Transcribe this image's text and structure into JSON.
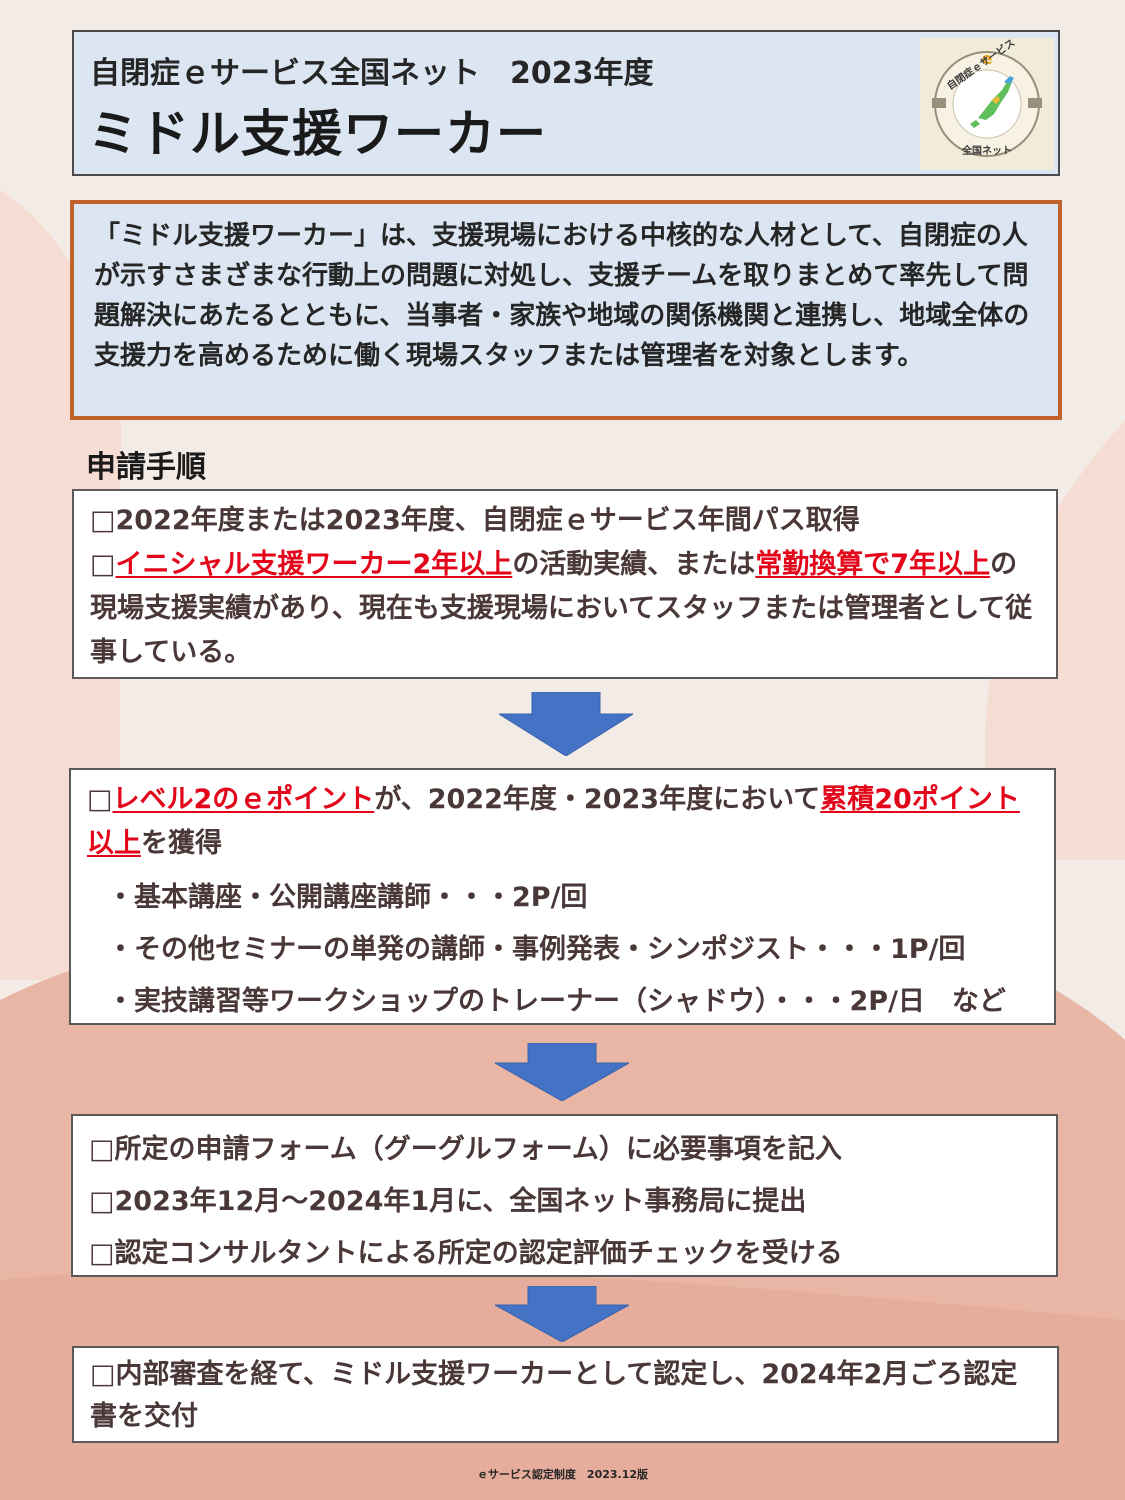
{
  "header": {
    "line1": "自閉症ｅサービス全国ネット　2023年度",
    "line2": "ミドル支援ワーカー"
  },
  "logo": {
    "text_top": "自閉症ｅサービス",
    "text_bottom": "全国ネット"
  },
  "intro": {
    "text": "「ミドル支援ワーカー」は、支援現場における中核的な人材として、自閉症の人が示すさまざまな行動上の問題に対処し、支援チームを取りまとめて率先して問題解決にあたるとともに、当事者・家族や地域の関係機関と連携し、地域全体の支援力を高めるために働く現場スタッフまたは管理者を対象とします。"
  },
  "section_title": "申請手順",
  "step1": {
    "item1": "□2022年度または2023年度、自閉症ｅサービス年間パス取得",
    "item2_box": "□",
    "item2_red1": "イニシャル支援ワーカー2年以上",
    "item2_mid": "の活動実績、または",
    "item2_red2": "常勤換算で7年以上",
    "item2_rest": "の現場支援実績があり、現在も支援現場においてスタッフまたは管理者として従事している。"
  },
  "step2": {
    "box": "□",
    "red1": "レベル2のｅポイント",
    "mid": "が、2022年度・2023年度において",
    "red2": "累積20ポイント以上",
    "rest": "を獲得",
    "bullets": [
      "・基本講座・公開講座講師・・・2P/回",
      "・その他セミナーの単発の講師・事例発表・シンポジスト・・・1P/回",
      "・実技講習等ワークショップのトレーナー（シャドウ）・・・2P/日　など"
    ]
  },
  "step3": {
    "item1": "□所定の申請フォーム（グーグルフォーム）に必要事項を記入",
    "item2": "□2023年12月～2024年1月に、全国ネット事務局に提出",
    "item3": "□認定コンサルタントによる所定の認定評価チェックを受ける"
  },
  "step4": {
    "text": "□内部審査を経て、ミドル支援ワーカーとして認定し、2024年2月ごろ認定書を交付"
  },
  "footer": "ｅサービス認定制度　2023.12版",
  "colors": {
    "header_bg": "#dce6f2",
    "intro_border": "#c0622a",
    "accent_red": "#e3061b",
    "arrow_blue": "#4472c4"
  }
}
